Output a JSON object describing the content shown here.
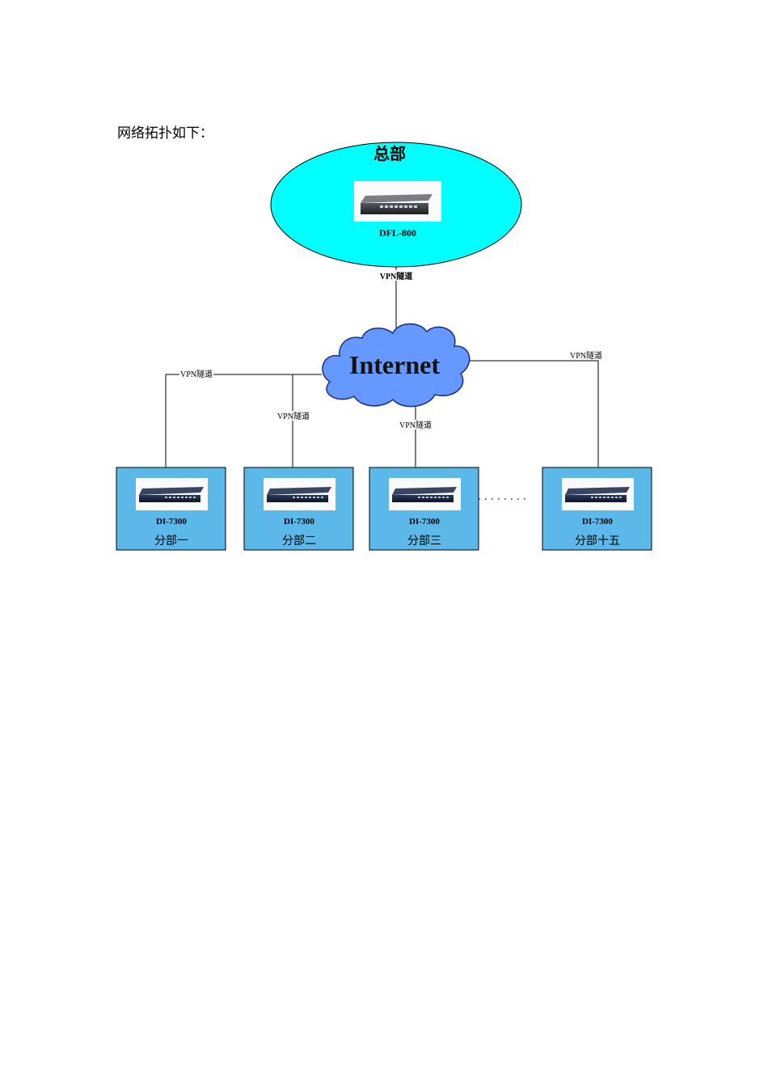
{
  "intro_text": "网络拓扑如下：",
  "headquarters": {
    "title": "总部",
    "device_model": "DFL-800",
    "fill_color": "#00FFFF"
  },
  "internet": {
    "label": "Internet",
    "fill_color": "#6699FF"
  },
  "tunnel_label": "VPN隧道",
  "ellipsis": "．．．．．．．．",
  "branches": [
    {
      "device_model": "DI-7300",
      "name": "分部一"
    },
    {
      "device_model": "DI-7300",
      "name": "分部二"
    },
    {
      "device_model": "DI-7300",
      "name": "分部三"
    },
    {
      "device_model": "DI-7300",
      "name": "分部十五"
    }
  ],
  "branch_fill_color": "#5BB8E8"
}
